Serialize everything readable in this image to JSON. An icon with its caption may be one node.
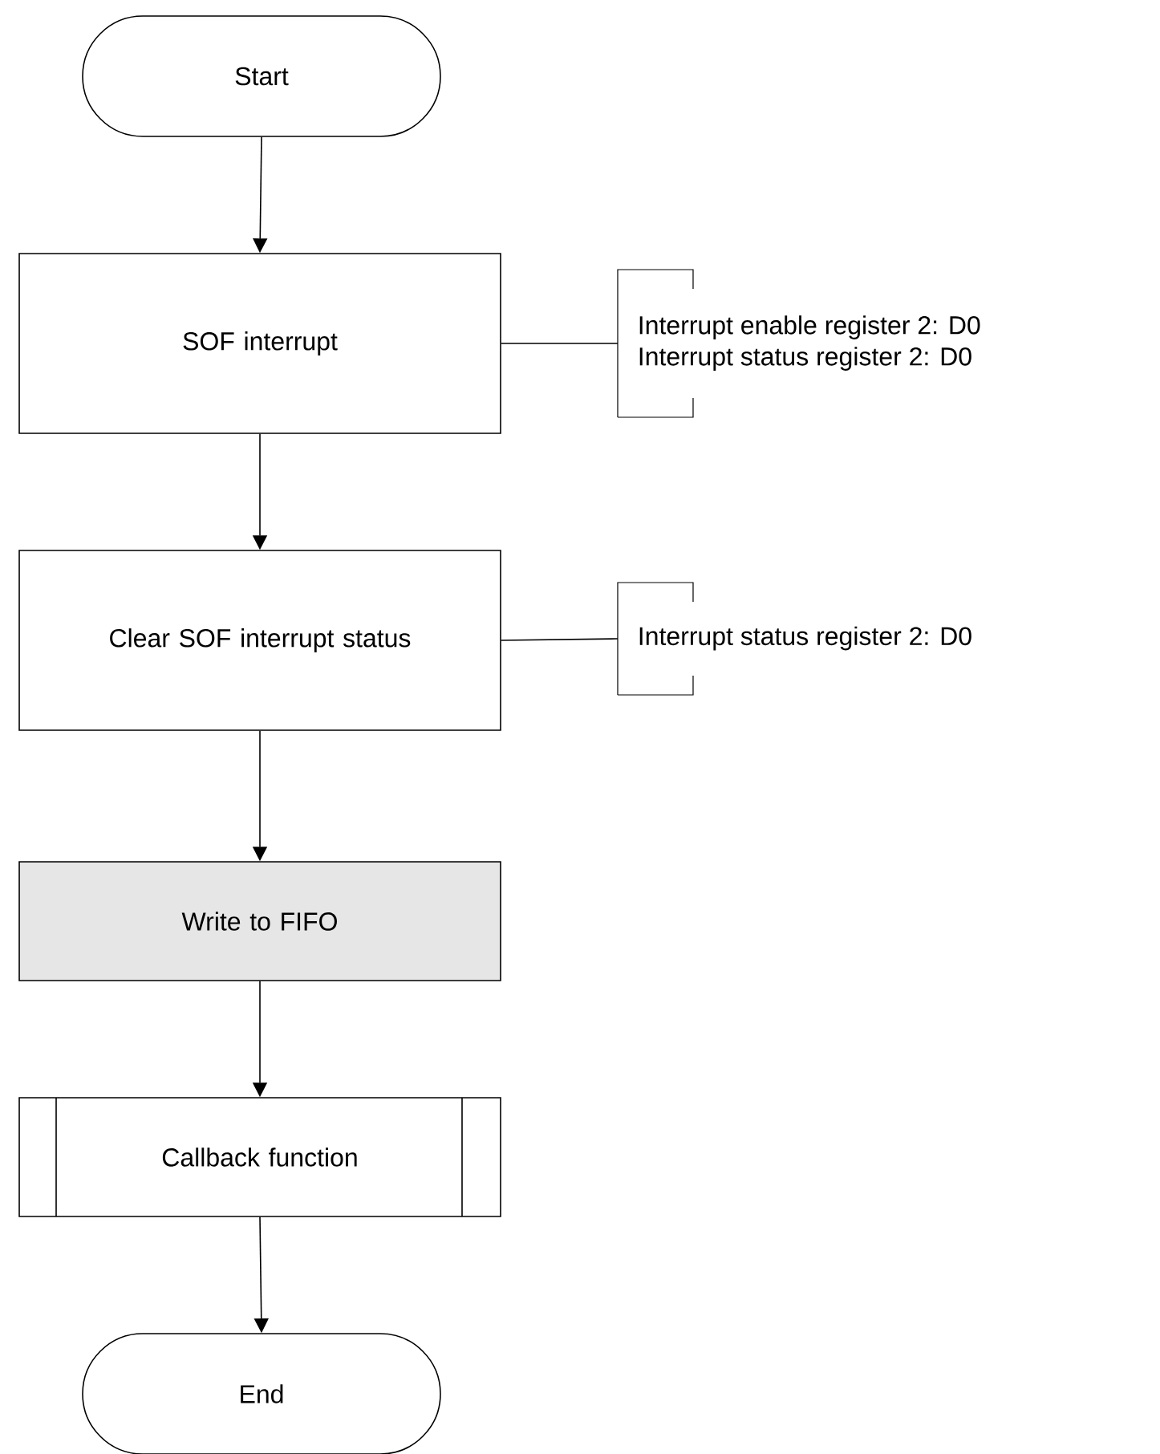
{
  "diagram": {
    "nodes": [
      {
        "text": [
          "Start"
        ]
      },
      {
        "text": [
          "SOF interrupt"
        ]
      },
      {
        "text": [
          "Clear SOF interrupt status"
        ]
      },
      {
        "text": [
          "Write to FIFO"
        ]
      },
      {
        "text": [
          "Callback function"
        ]
      },
      {
        "text": [
          "End"
        ]
      },
      {
        "text": [
          "Interrupt enable register 2: D0",
          "Interrupt status register 2: D0"
        ]
      },
      {
        "text": [
          "Interrupt status register 2: D0"
        ]
      }
    ],
    "edges": [
      {
        "from": 0,
        "to": 1,
        "arrow": "to"
      },
      {
        "from": 1,
        "to": 2,
        "arrow": "to"
      },
      {
        "from": 2,
        "to": 3,
        "arrow": "to"
      },
      {
        "from": 3,
        "to": 4,
        "arrow": "to"
      },
      {
        "from": 4,
        "to": 5,
        "arrow": "to"
      },
      {
        "from": 1,
        "to": 6,
        "arrow": "none"
      },
      {
        "from": 2,
        "to": 7,
        "arrow": "none"
      }
    ]
  }
}
